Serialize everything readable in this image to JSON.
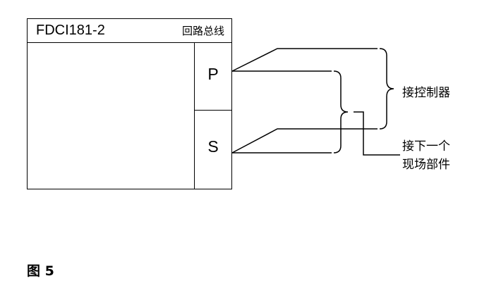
{
  "module": {
    "model": "FDCI181-2",
    "bus_label": "回路总线",
    "terminal_p": "P",
    "terminal_s": "S"
  },
  "annotations": {
    "to_controller": "接控制器",
    "to_next_line1": "接下一个",
    "to_next_line2": "现场部件"
  },
  "caption": {
    "prefix": "图",
    "number": "5"
  }
}
